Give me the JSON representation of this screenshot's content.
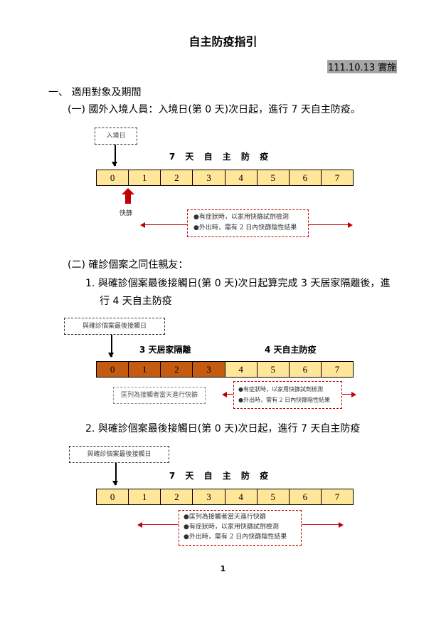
{
  "title": "自主防疫指引",
  "effective_date": "111.10.13 實施",
  "section1": {
    "heading": "一、 適用對象及期間",
    "sub1": {
      "label": "(一) 國外入境人員：入境日(第 0 天)次日起，進行 7 天自主防疫。",
      "diagram": {
        "start_box": "入境日",
        "title": "7 天 自 主 防 疫",
        "days": [
          "0",
          "1",
          "2",
          "3",
          "4",
          "5",
          "6",
          "7"
        ],
        "test_marker": "快篩",
        "notes": [
          "●有症狀時，以家用快篩試劑檢測",
          "●外出時，需有 2 日內快篩陰性結果"
        ]
      }
    },
    "sub2": {
      "label": "(二) 確診個案之同住親友：",
      "item1": {
        "line1": "1. 與確診個案最後接觸日(第 0 天)次日起算完成 3 天居家隔離後，進",
        "line2": "行 4 天自主防疫",
        "diagram": {
          "start_box": "與確診個案最後接觸日",
          "quarantine_title": "3 天居家隔離",
          "self_title": "4 天自主防疫",
          "days": [
            "0",
            "1",
            "2",
            "3",
            "4",
            "5",
            "6",
            "7"
          ],
          "quarantine_days": 4,
          "gray_note": "匡列為接觸者當天進行快篩",
          "notes": [
            "●有症狀時，以家用快篩試劑檢測",
            "●外出時，需有 2 日內快篩陰性結果"
          ]
        }
      },
      "item2": {
        "label": "2. 與確診個案最後接觸日(第 0 天)次日起，進行 7 天自主防疫",
        "diagram": {
          "start_box": "與確診個案最後接觸日",
          "title": "7 天 自 主 防 疫",
          "days": [
            "0",
            "1",
            "2",
            "3",
            "4",
            "5",
            "6",
            "7"
          ],
          "notes": [
            "●匡列為接觸者當天進行快篩",
            "●有症狀時，以家用快篩試劑檢測",
            "●外出時，需有 2 日內快篩陰性結果"
          ]
        }
      }
    }
  },
  "page_number": "1",
  "colors": {
    "self_protect": "#ffe699",
    "quarantine": "#c55a11",
    "accent_red": "#c00000"
  }
}
